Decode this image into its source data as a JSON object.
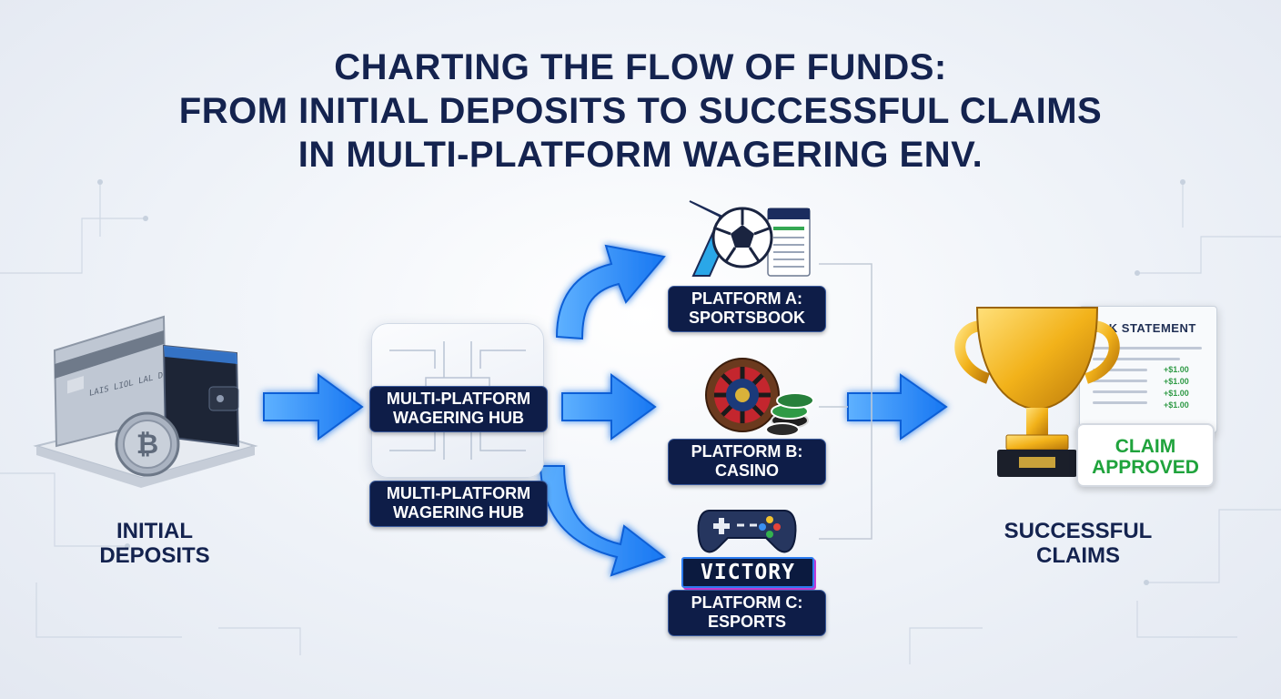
{
  "title": {
    "line1": "CHARTING THE FLOW OF FUNDS:",
    "line2": "FROM INITIAL DEPOSITS TO SUCCESSFUL CLAIMS",
    "line3": "IN MULTI-PLATFORM WAGERING ENV."
  },
  "deposits": {
    "label_line1": "INITIAL",
    "label_line2": "DEPOSITS",
    "card_text": "LAIS  LIOL  LAL  DIOL"
  },
  "hub": {
    "label_top_line1": "MULTI-PLATFORM",
    "label_top_line2": "WAGERING HUB",
    "label_bottom_line1": "MULTI-PLATFORM",
    "label_bottom_line2": "WAGERING HUB"
  },
  "platforms": {
    "a": {
      "line1": "PLATFORM A:",
      "line2": "SPORTSBOOK"
    },
    "b": {
      "line1": "PLATFORM B:",
      "line2": "CASINO"
    },
    "c": {
      "line1": "PLATFORM C:",
      "line2": "ESPORTS",
      "badge": "VICTORY"
    }
  },
  "claims": {
    "statement_title": "BAK STATEMENT",
    "amounts": [
      "+$1.00",
      "+$1.00",
      "+$1.00",
      "+$1.00"
    ],
    "badge_line1": "CLAIM",
    "badge_line2": "APPROVED",
    "label_line1": "SUCCESSFUL",
    "label_line2": "CLAIMS"
  },
  "colors": {
    "navy": "#14234f",
    "arrow_blue": "#2a8cff",
    "approved_green": "#1fa33c",
    "gold": "#f2b21a"
  },
  "icons": [
    "credit-card-icon",
    "wallet-icon",
    "bitcoin-coin-icon",
    "circuit-icon",
    "soccer-ball-icon",
    "betslip-icon",
    "roulette-wheel-icon",
    "poker-chips-icon",
    "gamepad-icon",
    "trophy-icon",
    "bank-statement-icon"
  ]
}
